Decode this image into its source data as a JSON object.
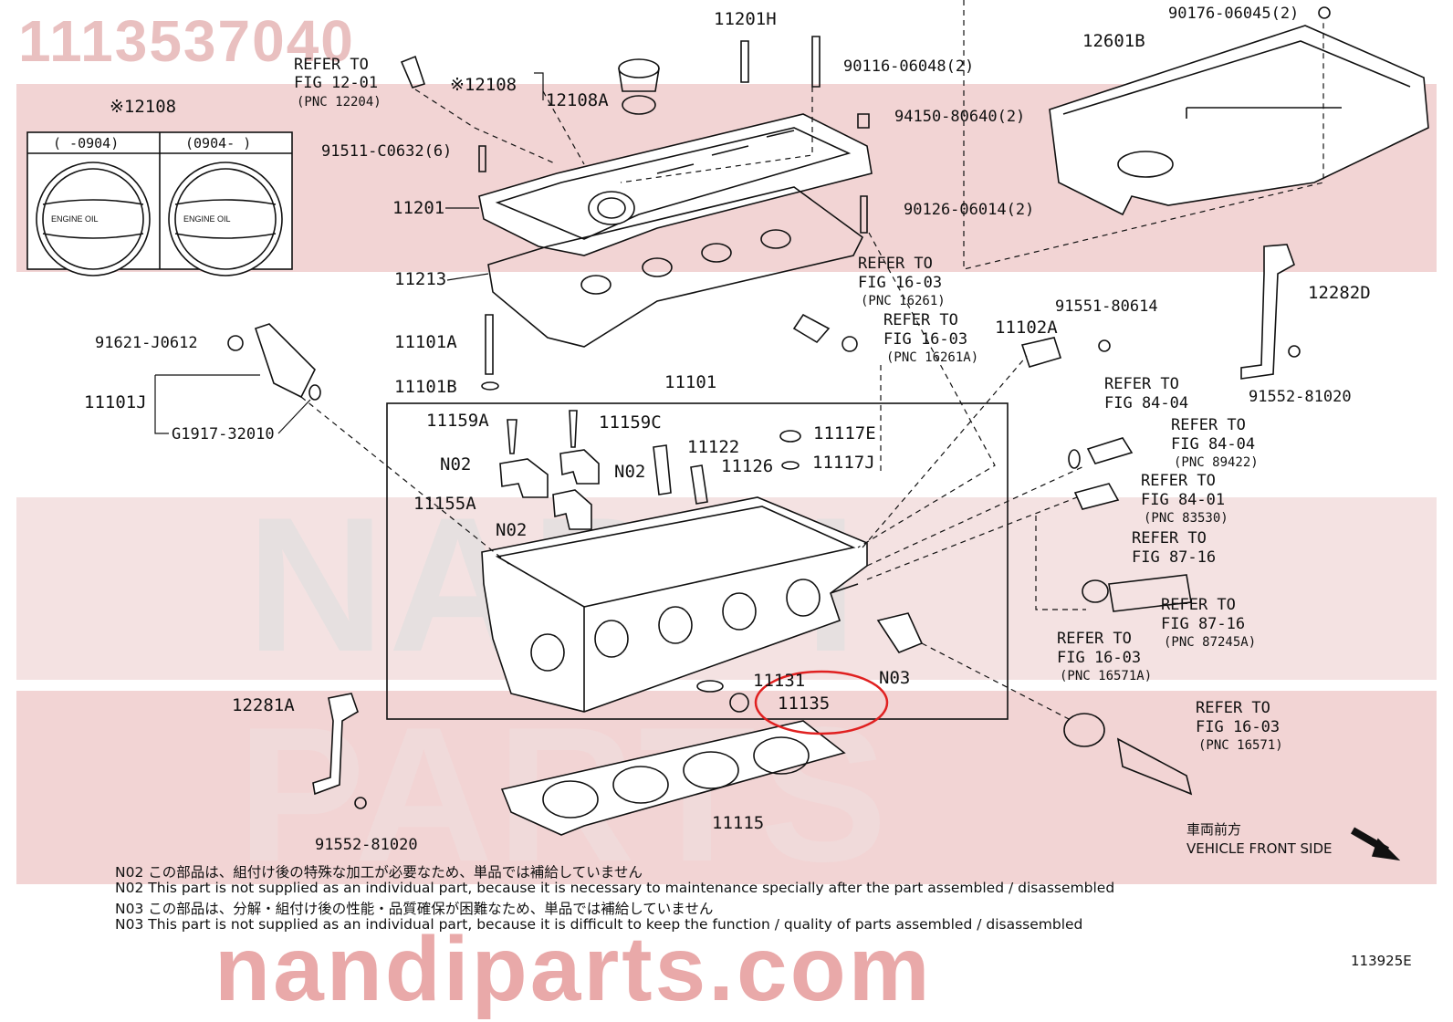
{
  "watermarks": {
    "part_number": "1113537040",
    "band_text_1": "NAPDI",
    "band_text_2": "PARTS",
    "site": "nandiparts.com"
  },
  "inset": {
    "title": "※12108",
    "col_left": "(    -0904)",
    "col_right": "(0904-    )",
    "cap_text": "ENGINE OIL"
  },
  "labels": [
    {
      "id": "11201H",
      "text": "11201H"
    },
    {
      "id": "90176",
      "text": "90176-06045(2)"
    },
    {
      "id": "12601B",
      "text": "12601B"
    },
    {
      "id": "refer-12-01-a",
      "text": "REFER TO"
    },
    {
      "id": "refer-12-01-b",
      "text": "FIG 12-01"
    },
    {
      "id": "refer-12-01-c",
      "text": "(PNC 12204)"
    },
    {
      "id": "12108",
      "text": "※12108"
    },
    {
      "id": "12108A",
      "text": "12108A"
    },
    {
      "id": "90116",
      "text": "90116-06048(2)"
    },
    {
      "id": "94150",
      "text": "94150-80640(2)"
    },
    {
      "id": "91511",
      "text": "91511-C0632(6)"
    },
    {
      "id": "11201",
      "text": "11201"
    },
    {
      "id": "90126",
      "text": "90126-06014(2)"
    },
    {
      "id": "11213",
      "text": "11213"
    },
    {
      "id": "refer-16-03a-a",
      "text": "REFER TO"
    },
    {
      "id": "refer-16-03a-b",
      "text": "FIG 16-03"
    },
    {
      "id": "refer-16-03a-c",
      "text": "(PNC 16261)"
    },
    {
      "id": "12282D",
      "text": "12282D"
    },
    {
      "id": "refer-16-03b-a",
      "text": "REFER TO"
    },
    {
      "id": "refer-16-03b-b",
      "text": "FIG 16-03"
    },
    {
      "id": "refer-16-03b-c",
      "text": "(PNC 16261A)"
    },
    {
      "id": "91551",
      "text": "91551-80614"
    },
    {
      "id": "11102A",
      "text": "11102A"
    },
    {
      "id": "91621",
      "text": "91621-J0612"
    },
    {
      "id": "11101A",
      "text": "11101A"
    },
    {
      "id": "11101B",
      "text": "11101B"
    },
    {
      "id": "11101",
      "text": "11101"
    },
    {
      "id": "11101J",
      "text": "11101J"
    },
    {
      "id": "91552a",
      "text": "91552-81020"
    },
    {
      "id": "G1917",
      "text": "G1917-32010"
    },
    {
      "id": "refer-84-04a-a",
      "text": "REFER TO"
    },
    {
      "id": "refer-84-04a-b",
      "text": "FIG 84-04"
    },
    {
      "id": "11159A",
      "text": "11159A"
    },
    {
      "id": "11159C",
      "text": "11159C"
    },
    {
      "id": "11117E",
      "text": "11117E"
    },
    {
      "id": "refer-84-04b-a",
      "text": "REFER TO"
    },
    {
      "id": "refer-84-04b-b",
      "text": "FIG 84-04"
    },
    {
      "id": "refer-84-04b-c",
      "text": "(PNC 89422)"
    },
    {
      "id": "N02a",
      "text": "N02"
    },
    {
      "id": "11122",
      "text": "11122"
    },
    {
      "id": "N02b",
      "text": "N02"
    },
    {
      "id": "11126",
      "text": "11126"
    },
    {
      "id": "11117J",
      "text": "11117J"
    },
    {
      "id": "refer-84-01-a",
      "text": "REFER TO"
    },
    {
      "id": "refer-84-01-b",
      "text": "FIG 84-01"
    },
    {
      "id": "refer-84-01-c",
      "text": "(PNC 83530)"
    },
    {
      "id": "11155A",
      "text": "11155A"
    },
    {
      "id": "N02c",
      "text": "N02"
    },
    {
      "id": "refer-87-16a-a",
      "text": "REFER TO"
    },
    {
      "id": "refer-87-16a-b",
      "text": "FIG 87-16"
    },
    {
      "id": "refer-87-16b-a",
      "text": "REFER TO"
    },
    {
      "id": "refer-87-16b-b",
      "text": "FIG 87-16"
    },
    {
      "id": "refer-87-16b-c",
      "text": "(PNC 87245A)"
    },
    {
      "id": "refer-16-03c-a",
      "text": "REFER TO"
    },
    {
      "id": "refer-16-03c-b",
      "text": "FIG 16-03"
    },
    {
      "id": "refer-16-03c-c",
      "text": "(PNC 16571A)"
    },
    {
      "id": "N03",
      "text": "N03"
    },
    {
      "id": "11131",
      "text": "11131"
    },
    {
      "id": "11135",
      "text": "11135"
    },
    {
      "id": "12281A",
      "text": "12281A"
    },
    {
      "id": "refer-16-03d-a",
      "text": "REFER TO"
    },
    {
      "id": "refer-16-03d-b",
      "text": "FIG 16-03"
    },
    {
      "id": "refer-16-03d-c",
      "text": "(PNC 16571)"
    },
    {
      "id": "11115",
      "text": "11115"
    },
    {
      "id": "91552b",
      "text": "91552-81020"
    }
  ],
  "front_side": {
    "jp": "車両前方",
    "en": "VEHICLE FRONT SIDE"
  },
  "notes": [
    "N02  この部品は、組付け後の特殊な加工が必要なため、単品では補給していません",
    "N02 This part is not supplied as an individual part, because it is necessary to maintenance specially after the part assembled / disassembled",
    "N03  この部品は、分解・組付け後の性能・品質確保が困難なため、単品では補給していません",
    "N03 This part is not supplied as an individual part, because it is difficult to keep the function / quality of parts  assembled / disassembled"
  ],
  "figure_code": "113925E",
  "highlight": {
    "part": "11135",
    "color": "#e02020"
  }
}
